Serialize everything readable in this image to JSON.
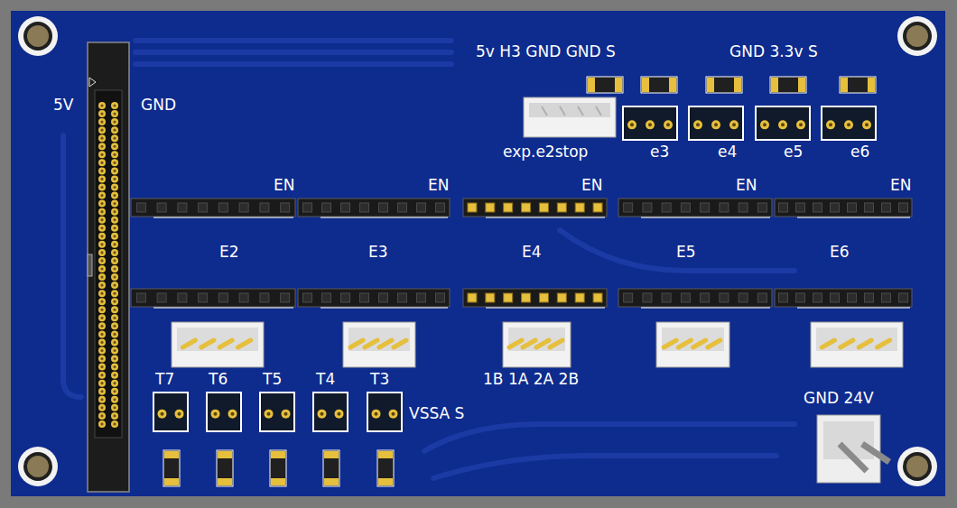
{
  "diagram": {
    "labels": [
      "5v H3 GND GND S",
      "GND 3.3v S",
      "5V",
      "GND",
      "exp.e2stop",
      "e3",
      "e4",
      "e5",
      "e6",
      "EN",
      "EN",
      "EN",
      "EN",
      "EN",
      "E2",
      "E3",
      "E4",
      "E5",
      "E6",
      "T7",
      "T6",
      "T5",
      "T4",
      "T3",
      "1B 1A 2A 2B",
      "VSSA S",
      "GND 24V"
    ]
  }
}
